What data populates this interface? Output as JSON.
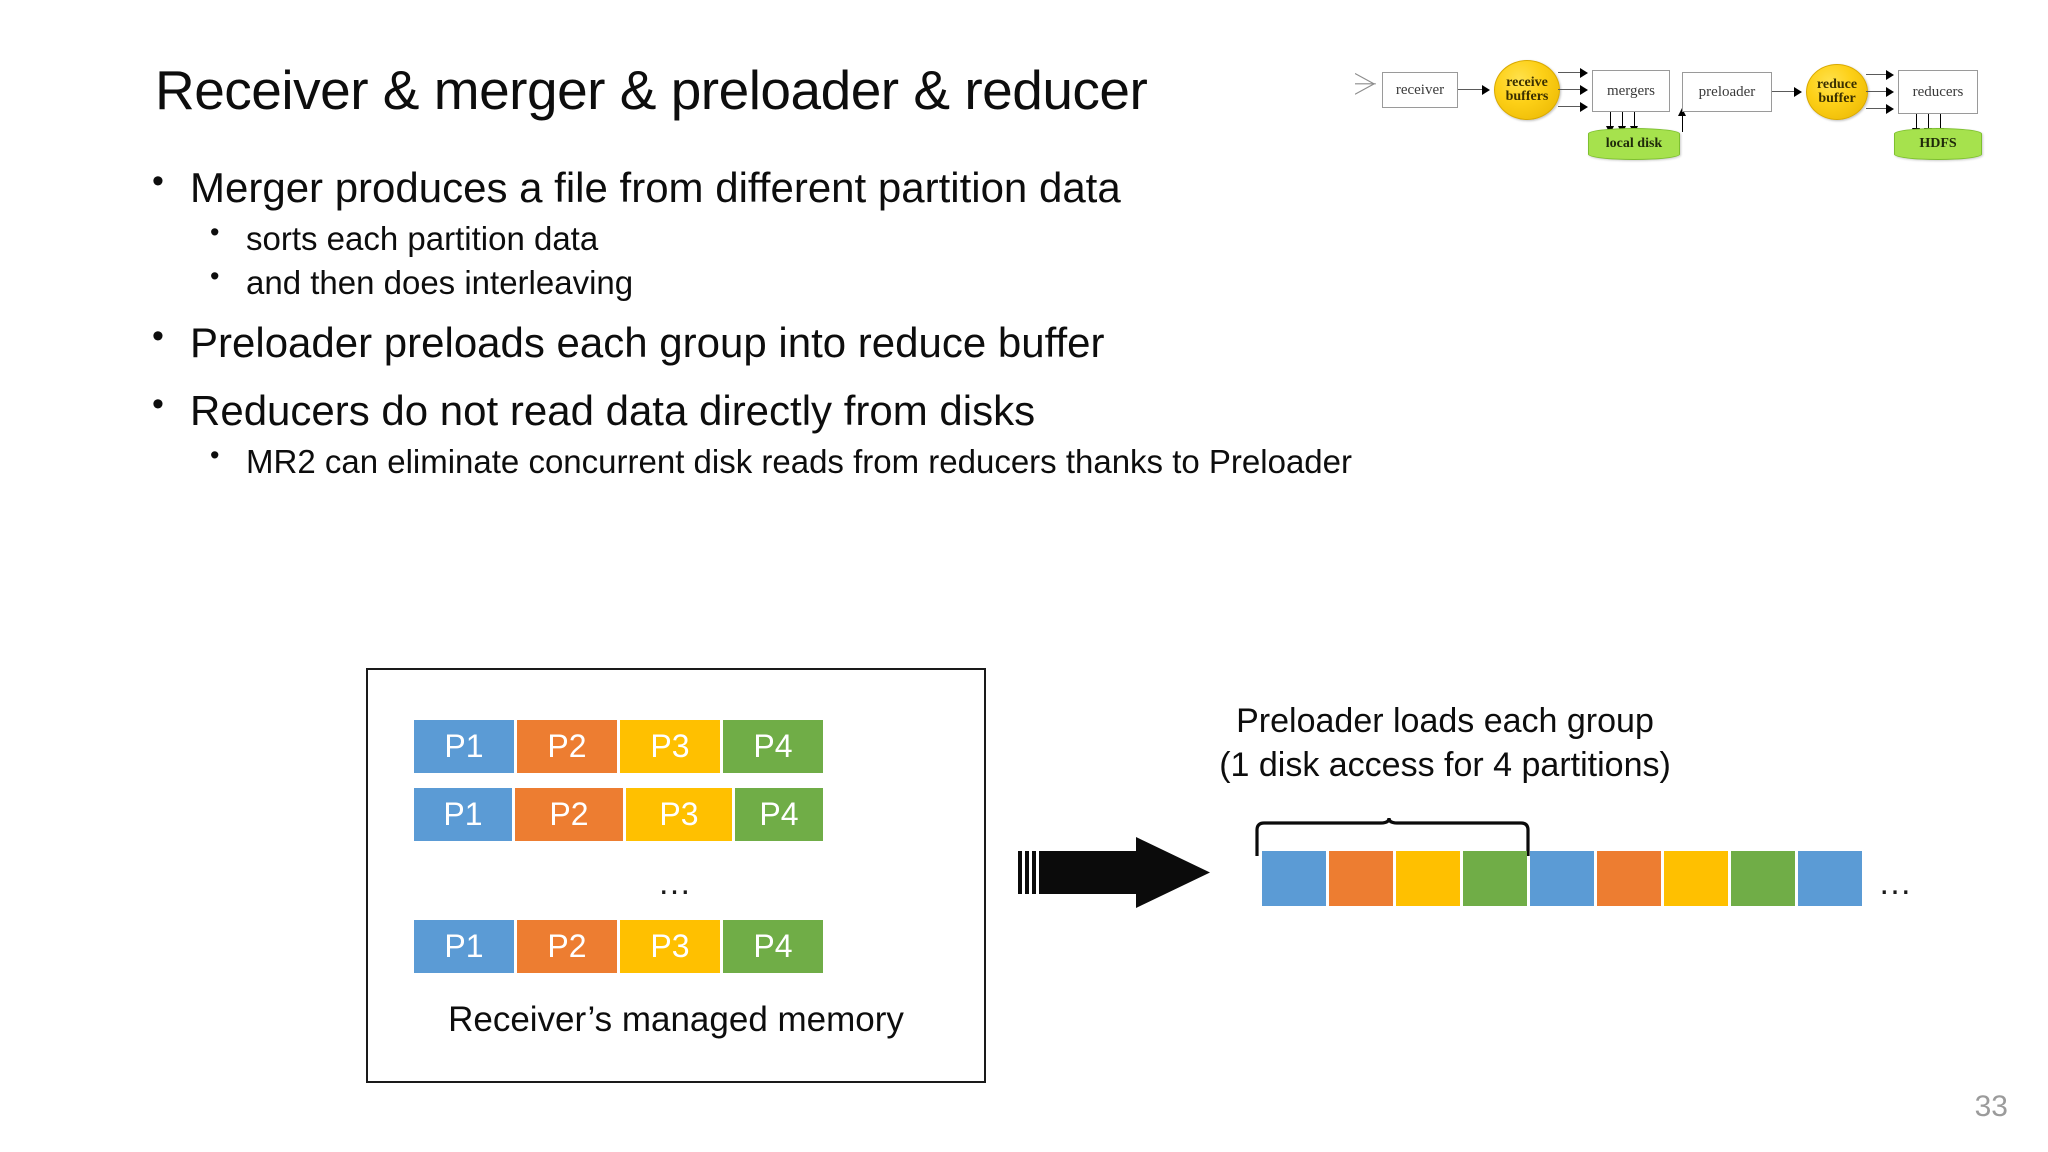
{
  "slide": {
    "title": "Receiver & merger & preloader & reducer",
    "page_number": "33"
  },
  "pipeline_diagram": {
    "nodes": [
      {
        "name": "receiver",
        "label": "receiver",
        "shape": "box"
      },
      {
        "name": "receive-buffers",
        "label_line1": "receive",
        "label_line2": "buffers",
        "shape": "ellipse",
        "color": "#FDD017"
      },
      {
        "name": "mergers",
        "label": "mergers",
        "shape": "box-stack"
      },
      {
        "name": "local-disk",
        "label": "local disk",
        "shape": "cylinder",
        "color": "#A6E24D"
      },
      {
        "name": "preloader",
        "label": "preloader",
        "shape": "box"
      },
      {
        "name": "reduce-buffer",
        "label_line1": "reduce",
        "label_line2": "buffer",
        "shape": "ellipse",
        "color": "#FDD017"
      },
      {
        "name": "reducers",
        "label": "reducers",
        "shape": "box-stack"
      },
      {
        "name": "hdfs",
        "label": "HDFS",
        "shape": "cylinder",
        "color": "#A6E24D"
      }
    ]
  },
  "bullets": [
    {
      "level": 1,
      "text": "Merger produces a file from different partition data"
    },
    {
      "level": 2,
      "text": "sorts each partition data"
    },
    {
      "level": 2,
      "text": "and then does interleaving"
    },
    {
      "level": 1,
      "text": "Preloader preloads each group into reduce buffer"
    },
    {
      "level": 1,
      "text": "Reducers do not read data directly from disks"
    },
    {
      "level": 2,
      "text": "MR2 can eliminate concurrent disk reads from reducers thanks to Preloader"
    }
  ],
  "memory_figure": {
    "caption": "Receiver’s managed memory",
    "ellipsis": "…",
    "rows": [
      {
        "cells": [
          {
            "label": "P1",
            "color": "#5B9BD5",
            "width": 100
          },
          {
            "label": "P2",
            "color": "#ED7D31",
            "width": 100
          },
          {
            "label": "P3",
            "color": "#FFC000",
            "width": 100
          },
          {
            "label": "P4",
            "color": "#70AD47",
            "width": 100
          }
        ]
      },
      {
        "cells": [
          {
            "label": "P1",
            "color": "#5B9BD5",
            "width": 98
          },
          {
            "label": "P2",
            "color": "#ED7D31",
            "width": 108
          },
          {
            "label": "P3",
            "color": "#FFC000",
            "width": 106
          },
          {
            "label": "P4",
            "color": "#70AD47",
            "width": 88
          }
        ]
      },
      {
        "cells": [
          {
            "label": "P1",
            "color": "#5B9BD5",
            "width": 100
          },
          {
            "label": "P2",
            "color": "#ED7D31",
            "width": 100
          },
          {
            "label": "P3",
            "color": "#FFC000",
            "width": 100
          },
          {
            "label": "P4",
            "color": "#70AD47",
            "width": 100
          }
        ]
      }
    ]
  },
  "preloader_figure": {
    "label_line1": "Preloader loads each group",
    "label_line2": "(1 disk access for 4 partitions)",
    "ellipsis": "…",
    "sequence": [
      {
        "partition": "P1",
        "color": "#5B9BD5"
      },
      {
        "partition": "P2",
        "color": "#ED7D31"
      },
      {
        "partition": "P3",
        "color": "#FFC000"
      },
      {
        "partition": "P4",
        "color": "#70AD47"
      },
      {
        "partition": "P1",
        "color": "#5B9BD5"
      },
      {
        "partition": "P2",
        "color": "#ED7D31"
      },
      {
        "partition": "P3",
        "color": "#FFC000"
      },
      {
        "partition": "P4",
        "color": "#70AD47"
      },
      {
        "partition": "P1",
        "color": "#5B9BD5"
      }
    ]
  },
  "colors": {
    "p1": "#5B9BD5",
    "p2": "#ED7D31",
    "p3": "#FFC000",
    "p4": "#70AD47",
    "text": "#0D0D0D",
    "page_number": "#9B9B9B"
  }
}
